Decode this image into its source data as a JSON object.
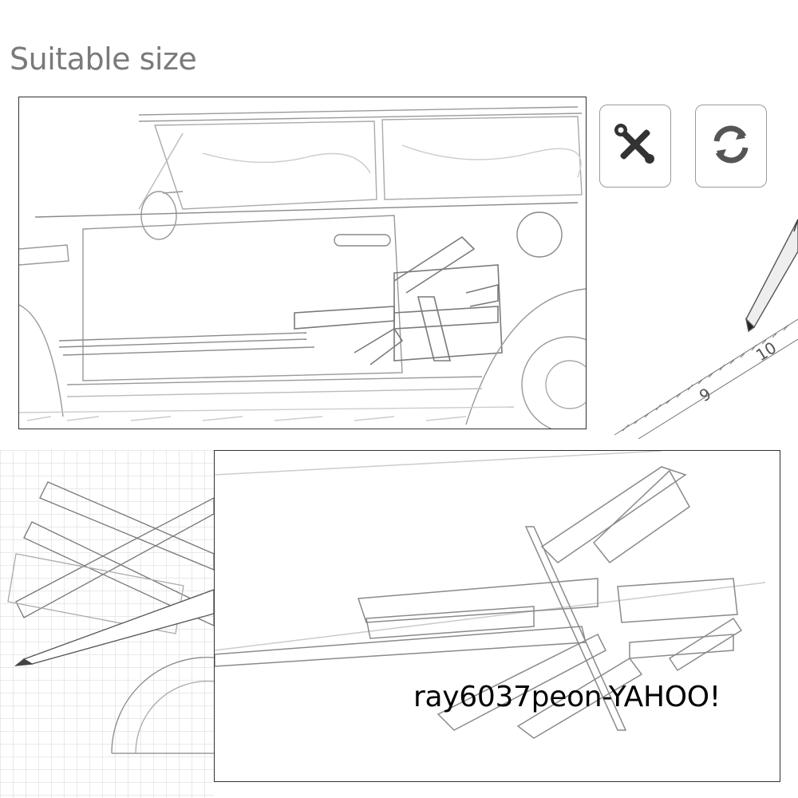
{
  "heading": "Suitable size",
  "icons": {
    "tools": "wrench-screwdriver-icon",
    "refresh": "refresh-icon"
  },
  "ruler_numbers": [
    "10",
    "9"
  ],
  "watermark": "ray6037peon-YAHOO!"
}
